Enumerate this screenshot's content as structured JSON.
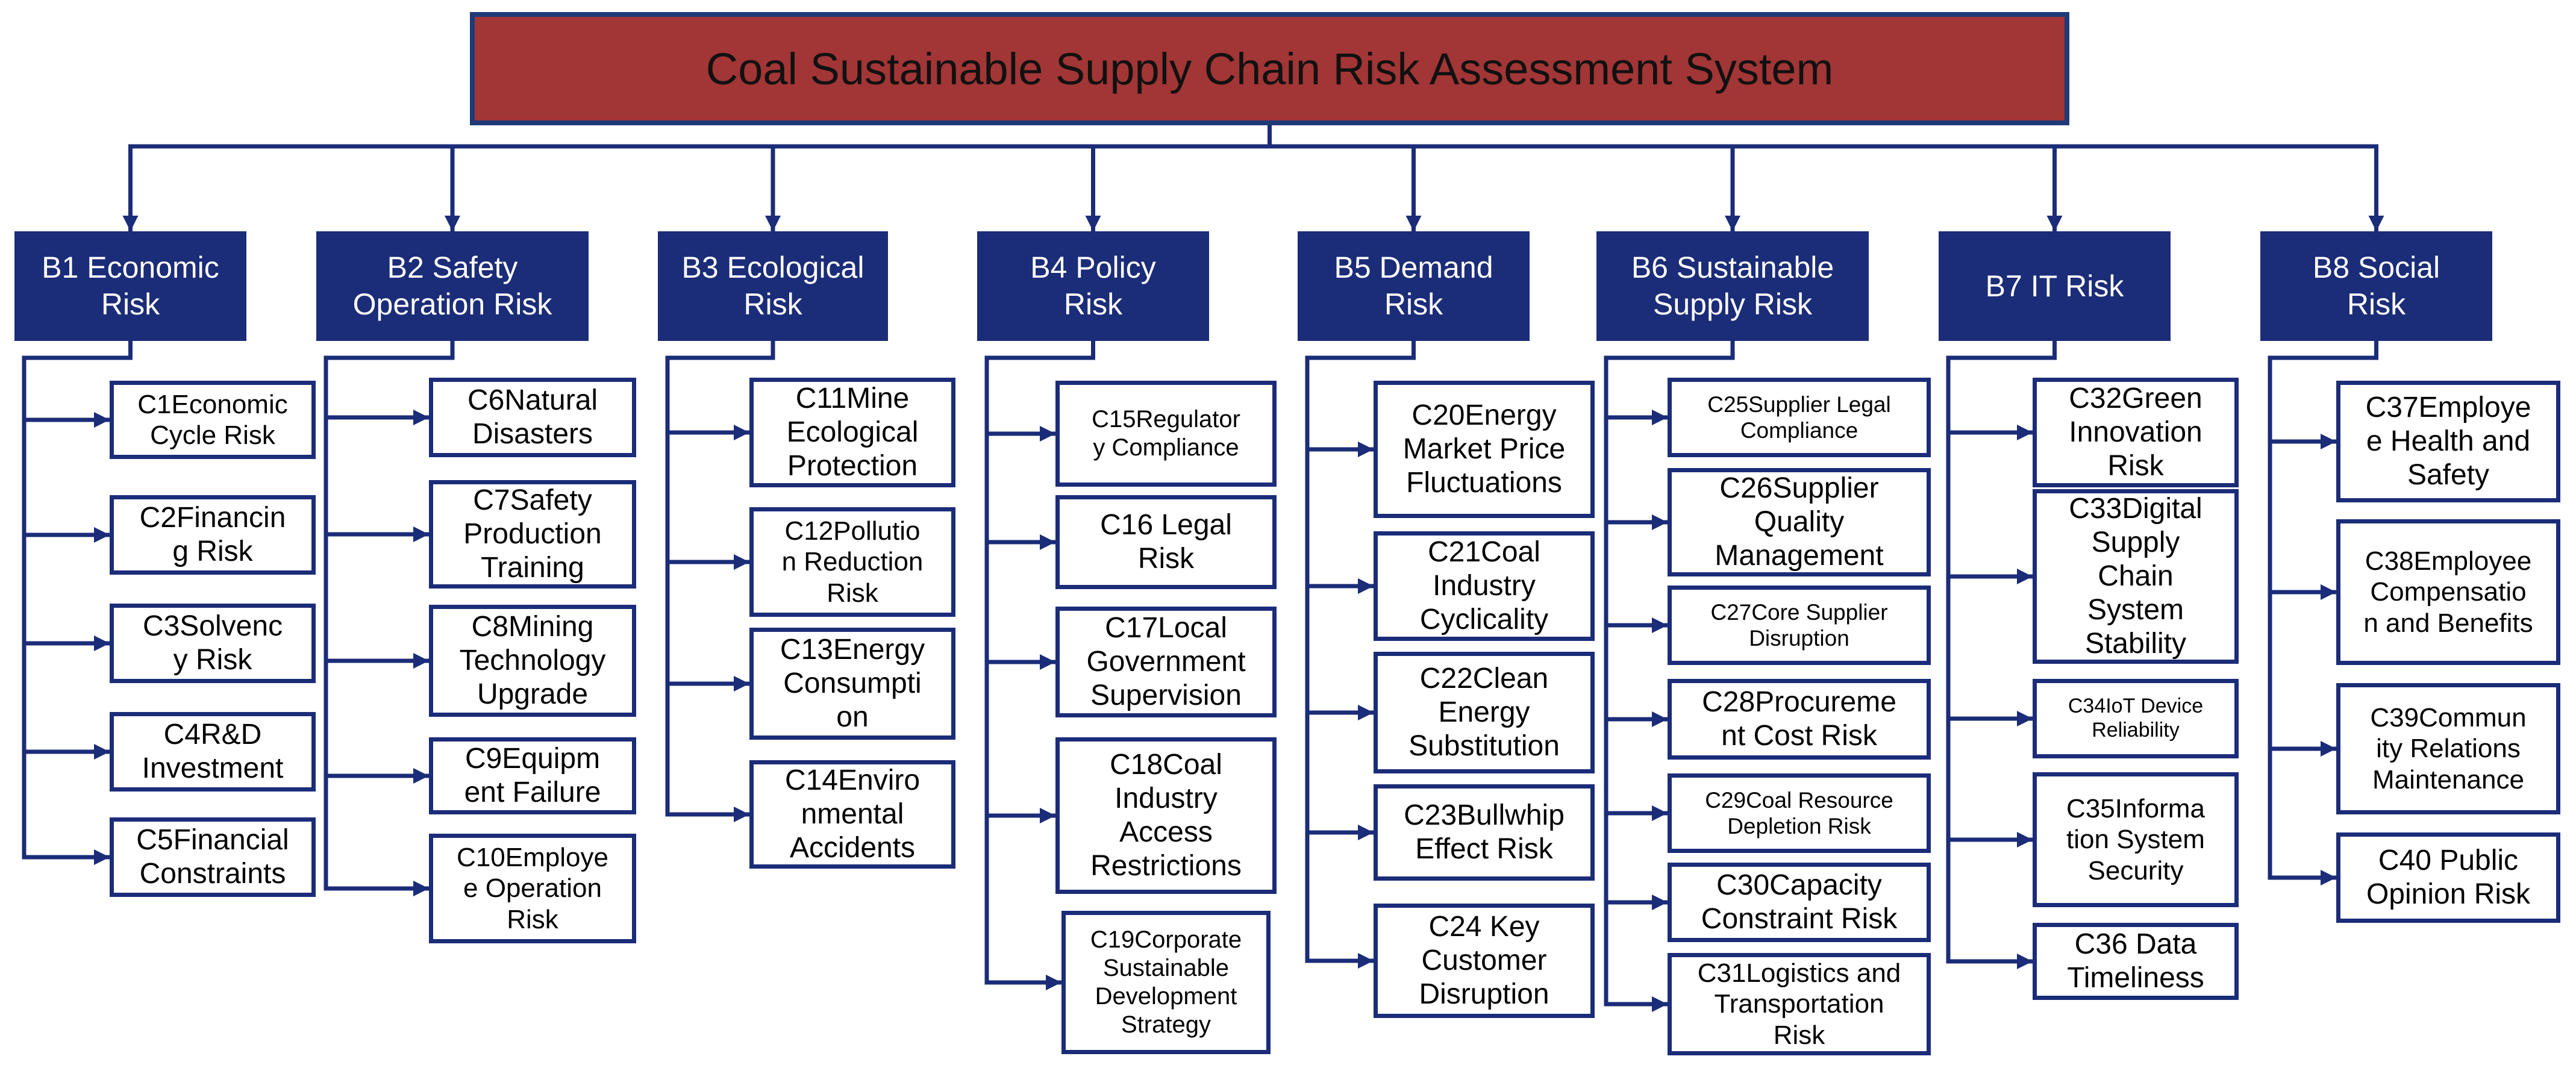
{
  "title": "Coal  Sustainable Supply Chain Risk Assessment System",
  "colors": {
    "root_fill": "#a23535",
    "category_fill": "#1b2c78",
    "line": "#1b2c78",
    "box_border": "#1b2c78"
  },
  "categories": [
    {
      "id": "b1",
      "label": "B1 Economic\nRisk",
      "items": [
        "C1Economic\nCycle Risk",
        "C2Financin\ng Risk",
        "C3Solvenc\ny Risk",
        "C4R&D\nInvestment",
        "C5Financial\nConstraints"
      ]
    },
    {
      "id": "b2",
      "label": "B2 Safety\nOperation Risk",
      "items": [
        "C6Natural\nDisasters",
        "C7Safety\nProduction\nTraining",
        "C8Mining\nTechnology\nUpgrade",
        "C9Equipm\nent Failure",
        "C10Employe\ne Operation\nRisk"
      ]
    },
    {
      "id": "b3",
      "label": "B3 Ecological\nRisk",
      "items": [
        "C11Mine\nEcological\nProtection",
        "C12Pollutio\nn Reduction\nRisk",
        "C13Energy\nConsumpti\non",
        "C14Enviro\nnmental\nAccidents"
      ]
    },
    {
      "id": "b4",
      "label": "B4 Policy\nRisk",
      "items": [
        "C15Regulator\ny Compliance",
        "C16 Legal\nRisk",
        "C17Local\nGovernment\nSupervision",
        "C18Coal\nIndustry\nAccess\nRestrictions",
        "C19Corporate\nSustainable\nDevelopment\nStrategy"
      ]
    },
    {
      "id": "b5",
      "label": "B5 Demand\nRisk",
      "items": [
        "C20Energy\nMarket Price\nFluctuations",
        "C21Coal\nIndustry\nCyclicality",
        "C22Clean\nEnergy\nSubstitution",
        "C23Bullwhip\nEffect Risk",
        "C24 Key\nCustomer\nDisruption"
      ]
    },
    {
      "id": "b6",
      "label": "B6 Sustainable\nSupply Risk",
      "items": [
        "C25Supplier Legal\nCompliance",
        "C26Supplier\nQuality\nManagement",
        "C27Core Supplier\nDisruption",
        "C28Procureme\nnt Cost Risk",
        "C29Coal Resource\nDepletion Risk",
        "C30Capacity\nConstraint Risk",
        "C31Logistics and\nTransportation\nRisk"
      ]
    },
    {
      "id": "b7",
      "label": "B7 IT Risk",
      "items": [
        "C32Green\nInnovation\nRisk",
        "C33Digital\nSupply\nChain\nSystem\nStability",
        "C34IoT Device\nReliability",
        "C35Informa\ntion System\nSecurity",
        "C36 Data\nTimeliness"
      ]
    },
    {
      "id": "b8",
      "label": "B8 Social\nRisk",
      "items": [
        "C37Employe\ne Health and\nSafety",
        "C38Employee\nCompensatio\nn and Benefits",
        "C39Commun\nity Relations\nMaintenance",
        "C40 Public\nOpinion Risk"
      ]
    }
  ]
}
